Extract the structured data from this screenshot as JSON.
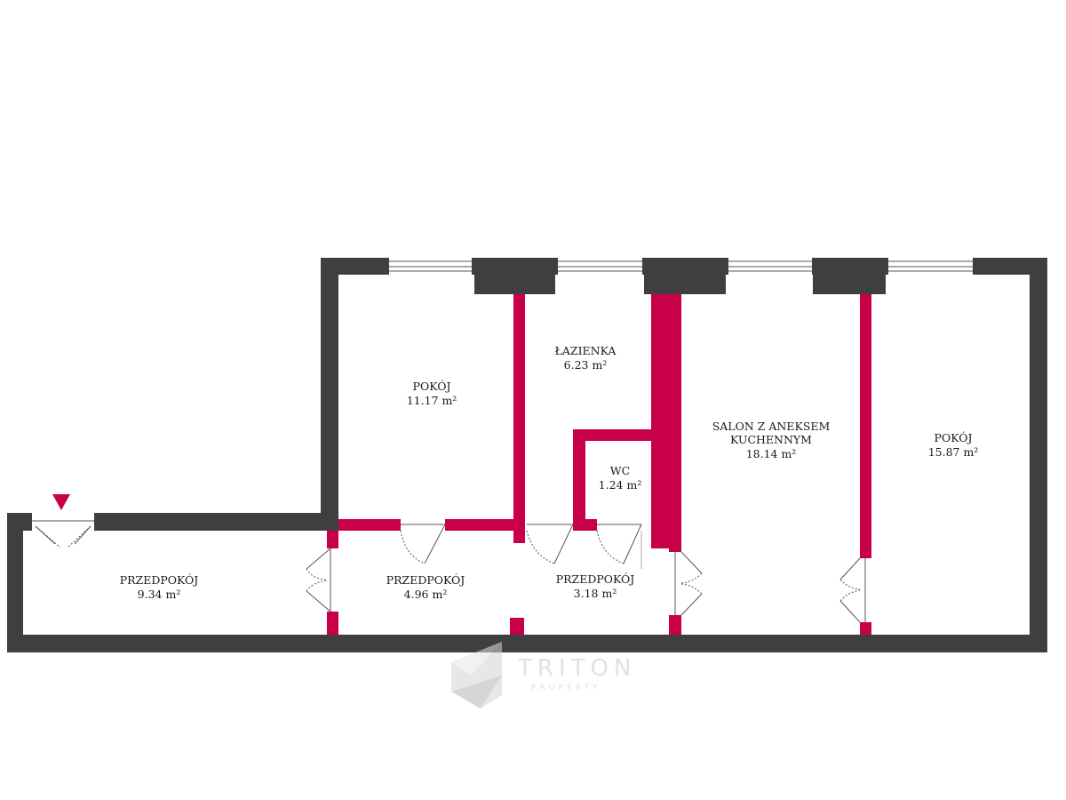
{
  "colors": {
    "exterior_wall": "#3f3f3f",
    "interior_wall": "#c8004a",
    "background": "#ffffff",
    "text": "#1a1a1a",
    "entrance_marker": "#c8004a"
  },
  "rooms": [
    {
      "id": "pokoj-1",
      "name": "POKÓJ",
      "area": "11.17 m²"
    },
    {
      "id": "lazienka",
      "name": "ŁAZIENKA",
      "area": "6.23 m²"
    },
    {
      "id": "wc",
      "name": "WC",
      "area": "1.24 m²"
    },
    {
      "id": "salon",
      "name_line1": "SALON Z ANEKSEM",
      "name_line2": "KUCHENNYM",
      "area": "18.14 m²"
    },
    {
      "id": "pokoj-2",
      "name": "POKÓJ",
      "area": "15.87 m²"
    },
    {
      "id": "przedpokoj-1",
      "name": "PRZEDPOKÓJ",
      "area": "9.34 m²"
    },
    {
      "id": "przedpokoj-2",
      "name": "PRZEDPOKÓJ",
      "area": "4.96 m²"
    },
    {
      "id": "przedpokoj-3",
      "name": "PRZEDPOKÓJ",
      "area": "3.18 m²"
    }
  ],
  "watermark": {
    "brand": "TRITON",
    "sub": "PROPERTY",
    "icon": "triton-logo-icon"
  },
  "entrance": {
    "icon": "entrance-triangle-icon"
  }
}
